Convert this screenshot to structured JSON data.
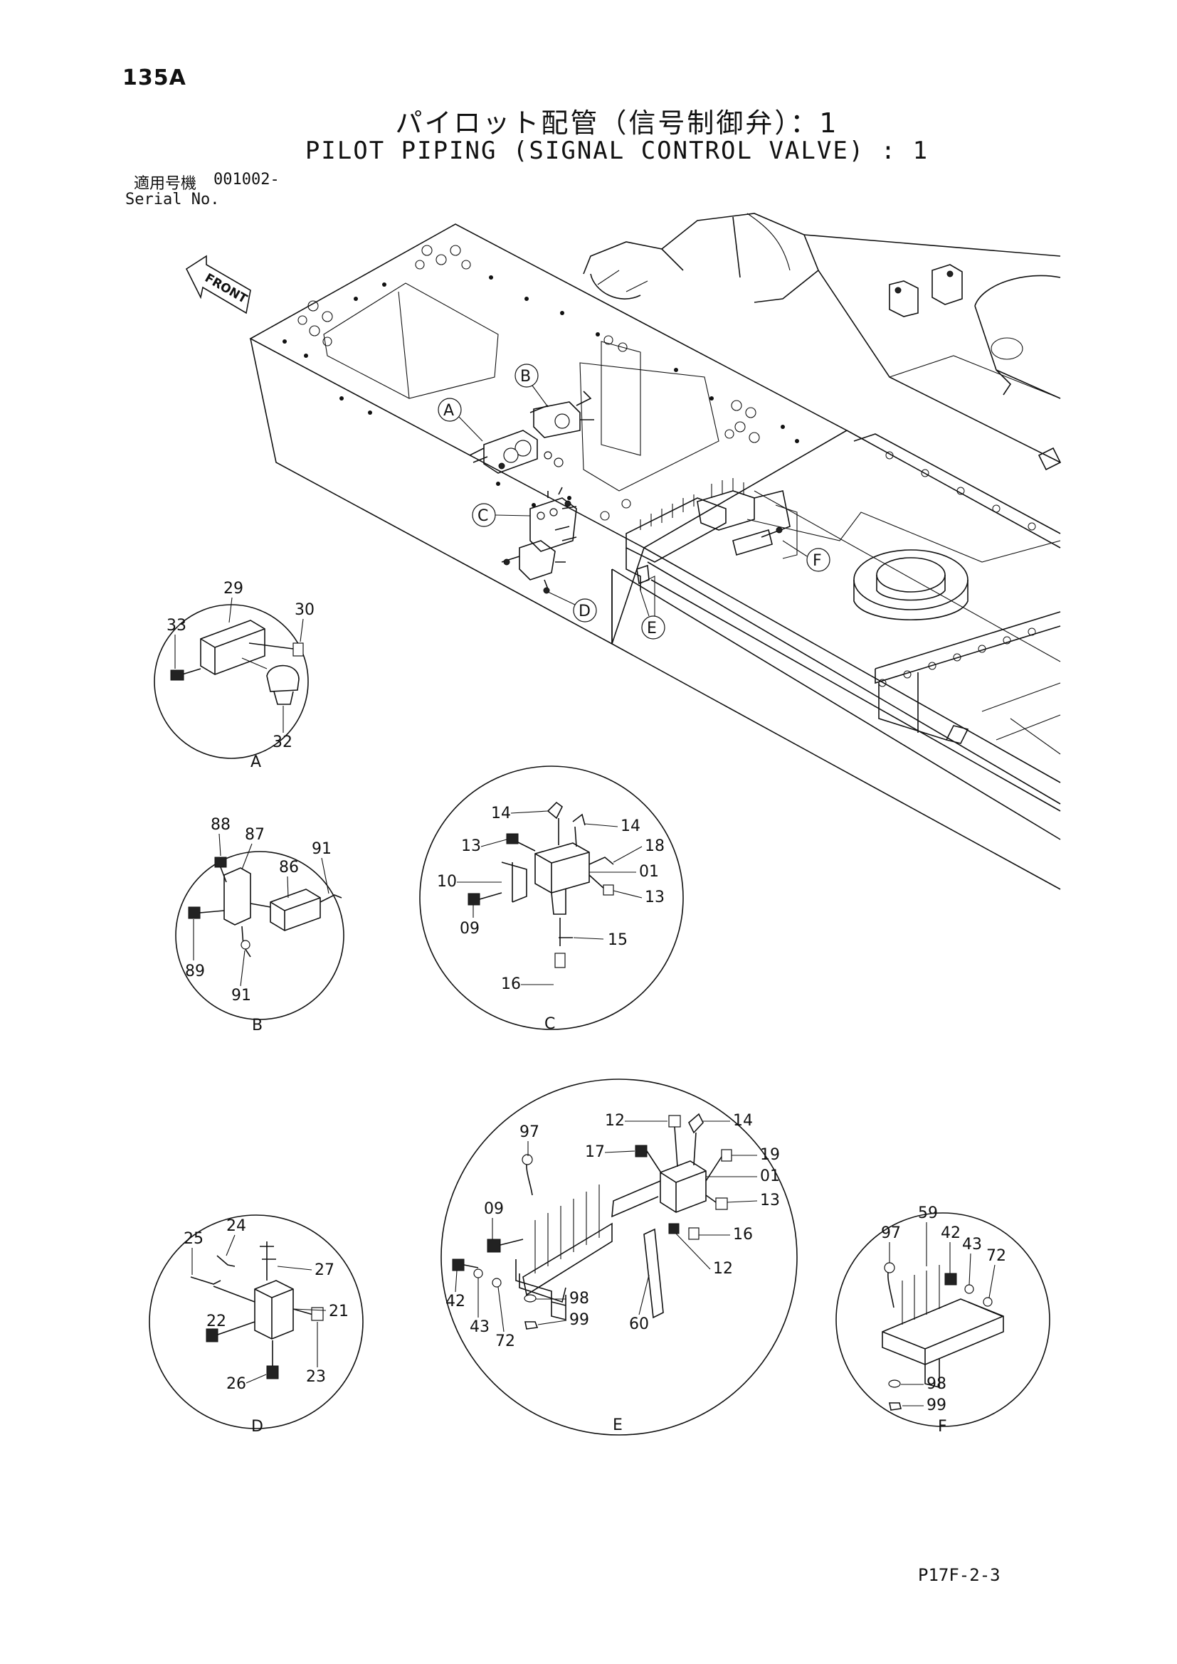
{
  "header": {
    "page_number": "135A",
    "title_jp": "パイロット配管（信号制御弁）：1",
    "title_en": "PILOT PIPING (SIGNAL CONTROL VALVE) : 1",
    "serial_label_jp": "適用号機",
    "serial_value": "001002-",
    "serial_label_en": "Serial No."
  },
  "overview": {
    "front_label": "FRONT",
    "callouts": [
      "A",
      "B",
      "C",
      "D",
      "E",
      "F"
    ]
  },
  "details": {
    "A": {
      "label": "A",
      "parts": [
        "29",
        "30",
        "33",
        "32"
      ]
    },
    "B": {
      "label": "B",
      "parts": [
        "88",
        "87",
        "86",
        "91",
        "89",
        "91"
      ]
    },
    "C": {
      "label": "C",
      "parts": [
        "14",
        "14",
        "13",
        "18",
        "01",
        "10",
        "13",
        "09",
        "15",
        "16"
      ]
    },
    "D": {
      "label": "D",
      "parts": [
        "25",
        "24",
        "27",
        "21",
        "22",
        "23",
        "26"
      ]
    },
    "E": {
      "label": "E",
      "parts": [
        "97",
        "12",
        "14",
        "17",
        "19",
        "01",
        "09",
        "13",
        "16",
        "42",
        "43",
        "72",
        "12",
        "98",
        "99",
        "60"
      ]
    },
    "F": {
      "label": "F",
      "parts": [
        "97",
        "59",
        "42",
        "43",
        "72",
        "98",
        "99"
      ]
    }
  },
  "footer": {
    "page_ref": "P17F-2-3"
  }
}
